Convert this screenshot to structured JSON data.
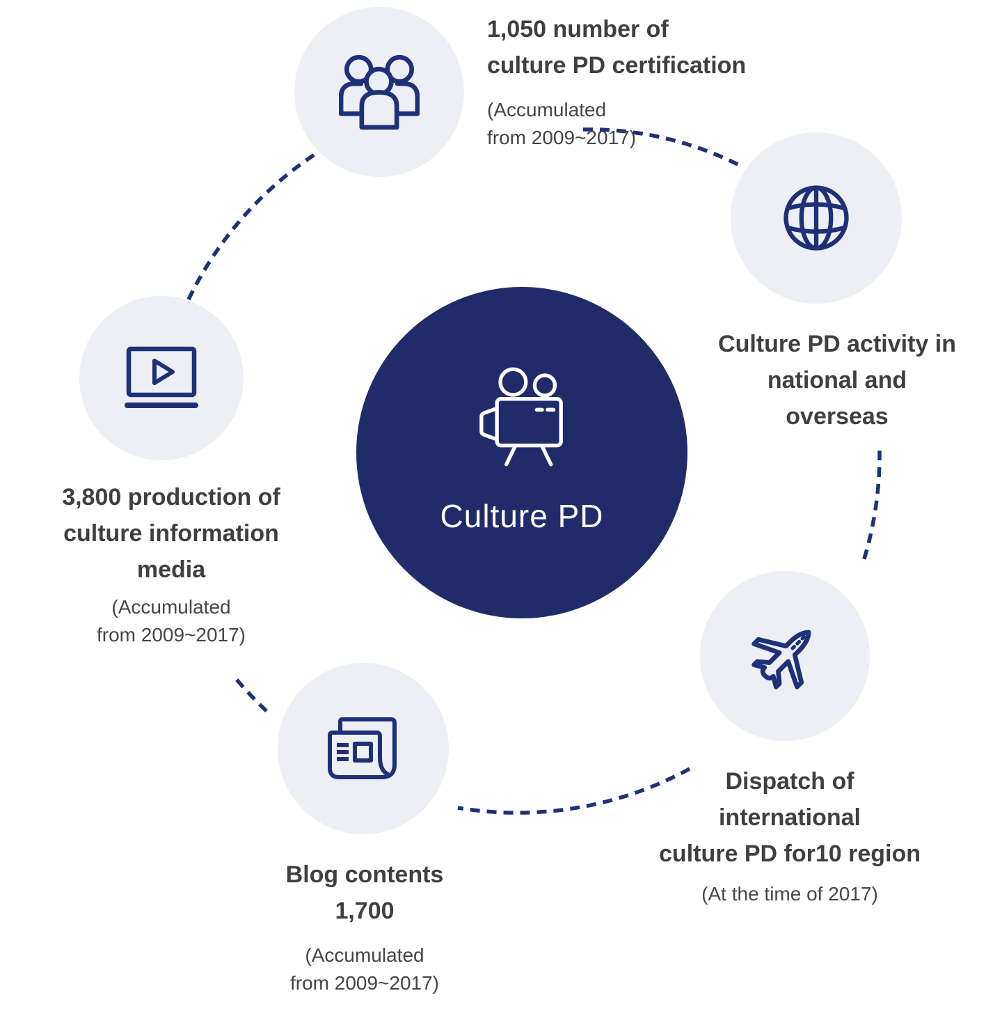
{
  "center": {
    "label": "Culture PD",
    "icon": "movie-camera-icon"
  },
  "nodes": {
    "certification": {
      "icon": "people-icon",
      "line1": "1,050 number of",
      "line2": "culture PD certification",
      "note1": "(Accumulated",
      "note2": "from 2009~2017)"
    },
    "activity": {
      "icon": "globe-icon",
      "line1": "Culture PD activity in",
      "line2": "national and",
      "line3": "overseas"
    },
    "media": {
      "icon": "video-player-icon",
      "line1": "3,800 production of",
      "line2": "culture information",
      "line3": "media",
      "note1": "(Accumulated",
      "note2": "from 2009~2017)"
    },
    "blog": {
      "icon": "newspaper-icon",
      "line1": "Blog contents",
      "line2": "1,700",
      "note1": "(Accumulated",
      "note2": "from 2009~2017)"
    },
    "dispatch": {
      "icon": "airplane-icon",
      "line1": "Dispatch of",
      "line2": "international",
      "line3": "culture PD for10 region",
      "note1": "(At the time of 2017)"
    }
  },
  "colors": {
    "center_circle": "#202c6a",
    "icon_navy": "#1e3178",
    "node_circle_bg": "#edeff5",
    "text_bold": "#3f3f3f",
    "text_note": "#454545",
    "center_text": "#ffffff"
  }
}
